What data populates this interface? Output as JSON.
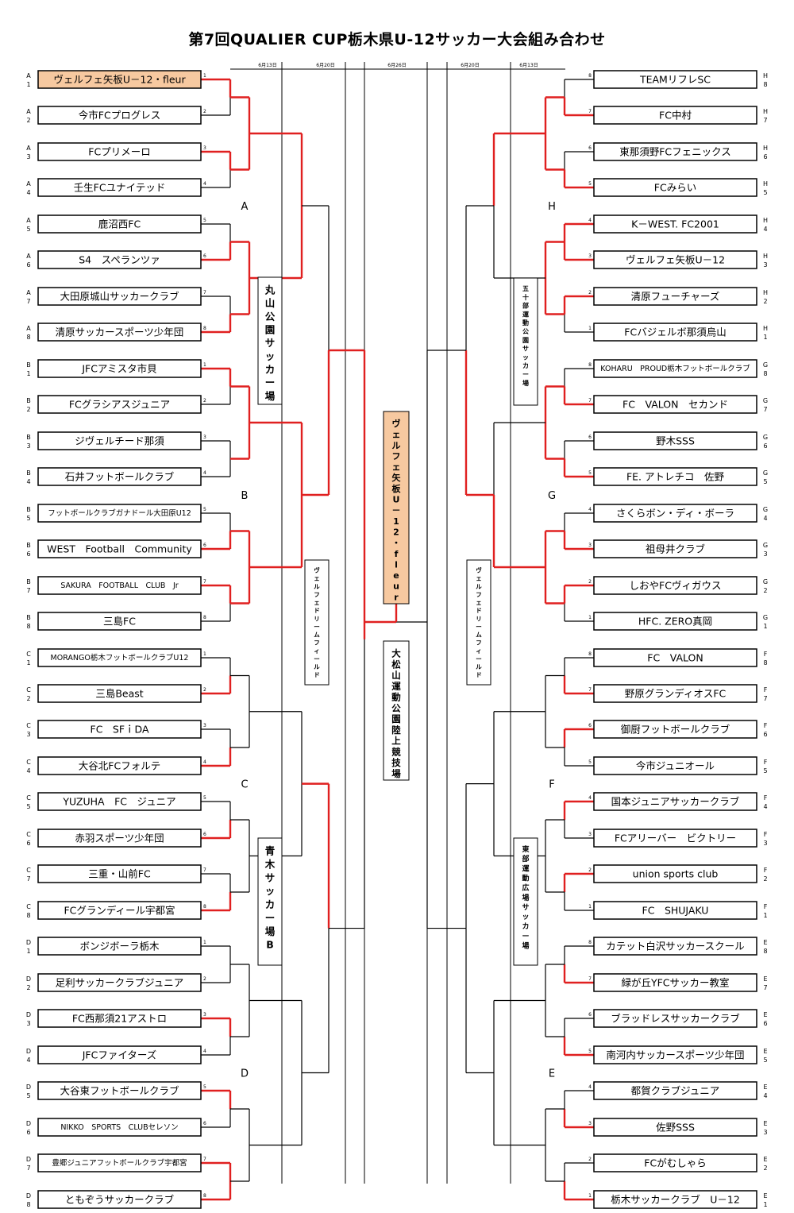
{
  "title": "第7回QUALIER CUP栃木県U-12サッカー大会組み合わせ",
  "dates": {
    "left_r1": "6月13日",
    "left_r2": "6月20日",
    "final": "6月26日",
    "right_r2": "6月20日",
    "right_r1": "6月13日"
  },
  "venues": {
    "maruyama": "丸山公園サッカー場",
    "dream_left": "ヴェルフェドリームフィールド",
    "aoki": "青木サッカー場B",
    "champion": "ヴェルフェ矢板U－12・fleur",
    "omatsuyama": "大松山運動公園陸上競技場",
    "dream_right": "ヴェルフェドリームフィールド",
    "isoda": "五十部運動公園サッカー場",
    "higashibu": "東部運動広場サッカー場"
  },
  "group_labels": {
    "left": [
      "A",
      "B",
      "C",
      "D"
    ],
    "right": [
      "H",
      "G",
      "F",
      "E"
    ]
  },
  "colors": {
    "winner_line": "#e02020",
    "normal_line": "#000000",
    "highlight_fill": "#f7c9a0"
  },
  "left_teams": [
    {
      "group": "A",
      "seed": "1",
      "name": "ヴェルフェ矢板U－12・fleur",
      "highlight": true
    },
    {
      "group": "A",
      "seed": "2",
      "name": "今市FCプログレス"
    },
    {
      "group": "A",
      "seed": "3",
      "name": "FCプリメーロ"
    },
    {
      "group": "A",
      "seed": "4",
      "name": "壬生FCユナイテッド"
    },
    {
      "group": "A",
      "seed": "5",
      "name": "鹿沼西FC"
    },
    {
      "group": "A",
      "seed": "6",
      "name": "S4　スペランツァ"
    },
    {
      "group": "A",
      "seed": "7",
      "name": "大田原城山サッカークラブ"
    },
    {
      "group": "A",
      "seed": "8",
      "name": "清原サッカースポーツ少年団"
    },
    {
      "group": "B",
      "seed": "1",
      "name": "JFCアミスタ市貝"
    },
    {
      "group": "B",
      "seed": "2",
      "name": "FCグラシアスジュニア"
    },
    {
      "group": "B",
      "seed": "3",
      "name": "ジヴェルチード那須"
    },
    {
      "group": "B",
      "seed": "4",
      "name": "石井フットボールクラブ"
    },
    {
      "group": "B",
      "seed": "5",
      "name": "フットボールクラブガナドール大田原U12",
      "small": true
    },
    {
      "group": "B",
      "seed": "6",
      "name": "WEST　Football　Community"
    },
    {
      "group": "B",
      "seed": "7",
      "name": "SAKURA　FOOTBALL　CLUB　Jr",
      "small": true
    },
    {
      "group": "B",
      "seed": "8",
      "name": "三島FC"
    },
    {
      "group": "C",
      "seed": "1",
      "name": "MORANGO栃木フットボールクラブU12",
      "small": true
    },
    {
      "group": "C",
      "seed": "2",
      "name": "三島Beast"
    },
    {
      "group": "C",
      "seed": "3",
      "name": "FC　SFｉDA"
    },
    {
      "group": "C",
      "seed": "4",
      "name": "大谷北FCフォルテ"
    },
    {
      "group": "C",
      "seed": "5",
      "name": "YUZUHA　FC　ジュニア"
    },
    {
      "group": "C",
      "seed": "6",
      "name": "赤羽スポーツ少年団"
    },
    {
      "group": "C",
      "seed": "7",
      "name": "三重・山前FC"
    },
    {
      "group": "C",
      "seed": "8",
      "name": "FCグランディール宇都宮"
    },
    {
      "group": "D",
      "seed": "1",
      "name": "ボンジボーラ栃木"
    },
    {
      "group": "D",
      "seed": "2",
      "name": "足利サッカークラブジュニア"
    },
    {
      "group": "D",
      "seed": "3",
      "name": "FC西那須21アストロ"
    },
    {
      "group": "D",
      "seed": "4",
      "name": "JFCファイターズ"
    },
    {
      "group": "D",
      "seed": "5",
      "name": "大谷東フットボールクラブ"
    },
    {
      "group": "D",
      "seed": "6",
      "name": "NIKKO　SPORTS　CLUBセレソン",
      "small": true
    },
    {
      "group": "D",
      "seed": "7",
      "name": "豊郷ジュニアフットボールクラブ宇都宮",
      "small": true
    },
    {
      "group": "D",
      "seed": "8",
      "name": "ともぞうサッカークラブ"
    }
  ],
  "right_teams": [
    {
      "group": "H",
      "seed": "8",
      "name": "TEAMリフレSC"
    },
    {
      "group": "H",
      "seed": "7",
      "name": "FC中村"
    },
    {
      "group": "H",
      "seed": "6",
      "name": "東那須野FCフェニックス"
    },
    {
      "group": "H",
      "seed": "5",
      "name": "FCみらい"
    },
    {
      "group": "H",
      "seed": "4",
      "name": "K－WEST. FC2001"
    },
    {
      "group": "H",
      "seed": "3",
      "name": "ヴェルフェ矢板U－12"
    },
    {
      "group": "H",
      "seed": "2",
      "name": "清原フューチャーズ"
    },
    {
      "group": "H",
      "seed": "1",
      "name": "FCバジェルボ那須烏山"
    },
    {
      "group": "G",
      "seed": "8",
      "name": "KOHARU　PROUD栃木フットボールクラブ",
      "small": true
    },
    {
      "group": "G",
      "seed": "7",
      "name": "FC　VALON　セカンド"
    },
    {
      "group": "G",
      "seed": "6",
      "name": "野木SSS"
    },
    {
      "group": "G",
      "seed": "5",
      "name": "FE. アトレチコ　佐野"
    },
    {
      "group": "G",
      "seed": "4",
      "name": "さくらボン・ディ・ボーラ"
    },
    {
      "group": "G",
      "seed": "3",
      "name": "祖母井クラブ"
    },
    {
      "group": "G",
      "seed": "2",
      "name": "しおやFCヴィガウス"
    },
    {
      "group": "G",
      "seed": "1",
      "name": "HFC. ZERO真岡"
    },
    {
      "group": "F",
      "seed": "8",
      "name": "FC　VALON"
    },
    {
      "group": "F",
      "seed": "7",
      "name": "野原グランディオスFC"
    },
    {
      "group": "F",
      "seed": "6",
      "name": "御厨フットボールクラブ"
    },
    {
      "group": "F",
      "seed": "5",
      "name": "今市ジュニオール"
    },
    {
      "group": "F",
      "seed": "4",
      "name": "国本ジュニアサッカークラブ"
    },
    {
      "group": "F",
      "seed": "3",
      "name": "FCアリーバー　ビクトリー"
    },
    {
      "group": "F",
      "seed": "2",
      "name": "union sports club"
    },
    {
      "group": "F",
      "seed": "1",
      "name": "FC　SHUJAKU"
    },
    {
      "group": "E",
      "seed": "8",
      "name": "カテット白沢サッカースクール"
    },
    {
      "group": "E",
      "seed": "7",
      "name": "緑が丘YFCサッカー教室"
    },
    {
      "group": "E",
      "seed": "6",
      "name": "ブラッドレスサッカークラブ"
    },
    {
      "group": "E",
      "seed": "5",
      "name": "南河内サッカースポーツ少年団"
    },
    {
      "group": "E",
      "seed": "4",
      "name": "都賀クラブジュニア"
    },
    {
      "group": "E",
      "seed": "3",
      "name": "佐野SSS"
    },
    {
      "group": "E",
      "seed": "2",
      "name": "FCがむしゃら"
    },
    {
      "group": "E",
      "seed": "1",
      "name": "栃木サッカークラブ　U－12"
    }
  ],
  "results": {
    "left": [
      [
        1,
        3,
        6,
        8,
        9,
        14,
        15,
        18,
        20,
        22,
        24,
        27,
        29,
        31,
        32,
        33
      ],
      [
        1,
        2,
        3,
        4,
        5,
        6,
        7,
        8
      ],
      [
        1,
        2,
        3,
        4
      ],
      [
        2,
        3
      ],
      [
        1
      ]
    ],
    "right": [
      [
        2,
        4,
        5,
        6,
        7,
        10,
        12,
        14,
        15,
        18,
        19,
        21,
        23,
        26,
        28,
        30,
        32
      ],
      [
        1,
        2,
        3,
        4,
        5,
        6,
        7,
        8
      ],
      [
        1,
        4
      ],
      [
        2
      ],
      []
    ]
  }
}
